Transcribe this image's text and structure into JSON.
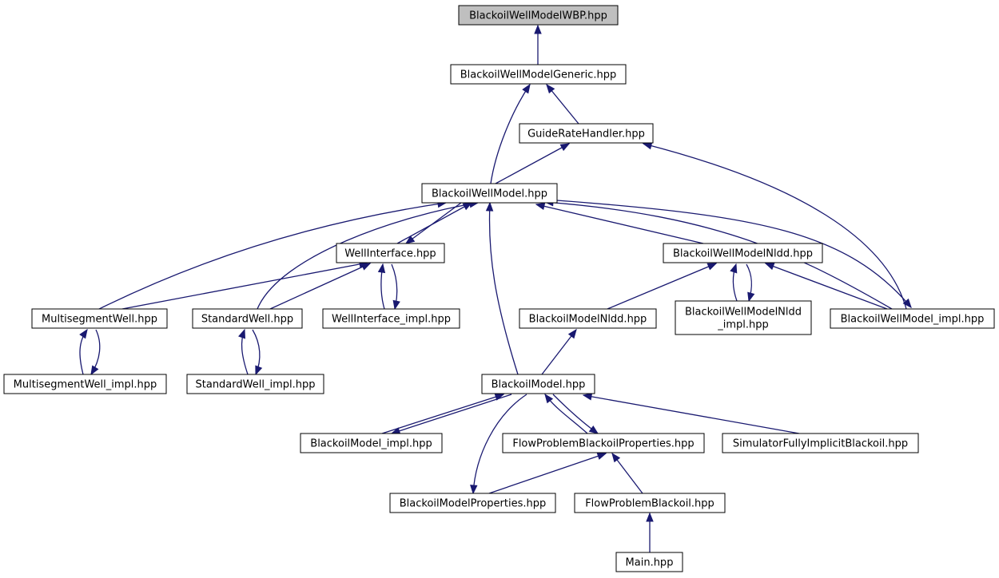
{
  "graph": {
    "nodes": [
      {
        "id": "wbp",
        "label": [
          "BlackoilWellModelWBP.hpp"
        ],
        "root": true
      },
      {
        "id": "generic",
        "label": [
          "BlackoilWellModelGeneric.hpp"
        ]
      },
      {
        "id": "guide",
        "label": [
          "GuideRateHandler.hpp"
        ]
      },
      {
        "id": "bwm",
        "label": [
          "BlackoilWellModel.hpp"
        ]
      },
      {
        "id": "wi",
        "label": [
          "WellInterface.hpp"
        ]
      },
      {
        "id": "nldd",
        "label": [
          "BlackoilWellModelNldd.hpp"
        ]
      },
      {
        "id": "msw",
        "label": [
          "MultisegmentWell.hpp"
        ]
      },
      {
        "id": "sw",
        "label": [
          "StandardWell.hpp"
        ]
      },
      {
        "id": "wiimpl",
        "label": [
          "WellInterface_impl.hpp"
        ]
      },
      {
        "id": "bmnldd",
        "label": [
          "BlackoilModelNldd.hpp"
        ]
      },
      {
        "id": "nlddimpl",
        "label": [
          "BlackoilWellModelNldd",
          "_impl.hpp"
        ]
      },
      {
        "id": "bwmimpl",
        "label": [
          "BlackoilWellModel_impl.hpp"
        ]
      },
      {
        "id": "mswimpl",
        "label": [
          "MultisegmentWell_impl.hpp"
        ]
      },
      {
        "id": "swimpl",
        "label": [
          "StandardWell_impl.hpp"
        ]
      },
      {
        "id": "bm",
        "label": [
          "BlackoilModel.hpp"
        ]
      },
      {
        "id": "bmimpl",
        "label": [
          "BlackoilModel_impl.hpp"
        ]
      },
      {
        "id": "fpbp",
        "label": [
          "FlowProblemBlackoilProperties.hpp"
        ]
      },
      {
        "id": "sfib",
        "label": [
          "SimulatorFullyImplicitBlackoil.hpp"
        ]
      },
      {
        "id": "bmprops",
        "label": [
          "BlackoilModelProperties.hpp"
        ]
      },
      {
        "id": "fpb",
        "label": [
          "FlowProblemBlackoil.hpp"
        ]
      },
      {
        "id": "main",
        "label": [
          "Main.hpp"
        ]
      }
    ],
    "edges": [
      {
        "from": "generic",
        "to": "wbp"
      },
      {
        "from": "guide",
        "to": "generic"
      },
      {
        "from": "bwm",
        "to": "generic"
      },
      {
        "from": "bwm",
        "to": "guide"
      },
      {
        "from": "bwmimpl",
        "to": "guide"
      },
      {
        "from": "wi",
        "to": "bwm"
      },
      {
        "from": "bwm",
        "to": "wi"
      },
      {
        "from": "msw",
        "to": "bwm"
      },
      {
        "from": "sw",
        "to": "bwm"
      },
      {
        "from": "bm",
        "to": "bwm"
      },
      {
        "from": "nldd",
        "to": "bwm"
      },
      {
        "from": "bwmimpl",
        "to": "bwm"
      },
      {
        "from": "bwm",
        "to": "bwmimpl"
      },
      {
        "from": "msw",
        "to": "wi"
      },
      {
        "from": "sw",
        "to": "wi"
      },
      {
        "from": "wiimpl",
        "to": "wi"
      },
      {
        "from": "wi",
        "to": "wiimpl"
      },
      {
        "from": "bmnldd",
        "to": "nldd"
      },
      {
        "from": "nlddimpl",
        "to": "nldd"
      },
      {
        "from": "nldd",
        "to": "nlddimpl"
      },
      {
        "from": "bwmimpl",
        "to": "nldd"
      },
      {
        "from": "mswimpl",
        "to": "msw"
      },
      {
        "from": "msw",
        "to": "mswimpl"
      },
      {
        "from": "swimpl",
        "to": "sw"
      },
      {
        "from": "sw",
        "to": "swimpl"
      },
      {
        "from": "bm",
        "to": "bmnldd"
      },
      {
        "from": "bmimpl",
        "to": "bm"
      },
      {
        "from": "bm",
        "to": "bmimpl"
      },
      {
        "from": "fpbp",
        "to": "bm"
      },
      {
        "from": "bm",
        "to": "fpbp"
      },
      {
        "from": "sfib",
        "to": "bm"
      },
      {
        "from": "bm",
        "to": "bmprops"
      },
      {
        "from": "bmprops",
        "to": "fpbp"
      },
      {
        "from": "fpb",
        "to": "fpbp"
      },
      {
        "from": "main",
        "to": "fpb"
      }
    ]
  }
}
